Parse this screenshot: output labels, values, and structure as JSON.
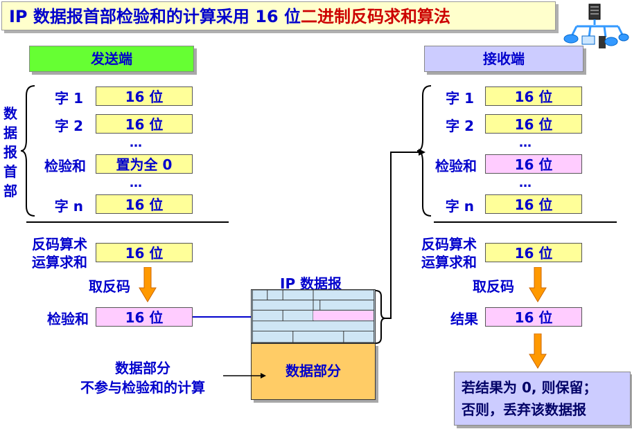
{
  "title": {
    "main": "IP 数据报首部检验和的计算采用 16 位",
    "highlight": "二进制反码求和算法"
  },
  "sender": {
    "heading": "发送端",
    "side_label": [
      "数",
      "据",
      "报",
      "首",
      "部"
    ],
    "rows": [
      {
        "label": "字 1",
        "value": "16 位"
      },
      {
        "label": "字 2",
        "value": "16 位"
      },
      {
        "label": "检验和",
        "value": "置为全 0"
      },
      {
        "label": "字 n",
        "value": "16 位"
      }
    ],
    "dots": "…",
    "sum_label": [
      "反码算术",
      "运算求和"
    ],
    "sum_value": "16 位",
    "complement_label": "取反码",
    "checksum_label": "检验和",
    "checksum_value": "16 位"
  },
  "receiver": {
    "heading": "接收端",
    "rows": [
      {
        "label": "字 1",
        "value": "16 位"
      },
      {
        "label": "字 2",
        "value": "16 位"
      },
      {
        "label": "检验和",
        "value": "16 位"
      },
      {
        "label": "字 n",
        "value": "16 位"
      }
    ],
    "dots": "…",
    "sum_label": [
      "反码算术",
      "运算求和"
    ],
    "sum_value": "16 位",
    "complement_label": "取反码",
    "result_label": "结果",
    "result_value": "16 位",
    "conclusion": [
      "若结果为 0, 则保留；",
      "否则，丢弃该数据报"
    ]
  },
  "datagram": {
    "label": "IP 数据报",
    "data_part": "数据部分",
    "note": [
      "数据部分",
      "不参与检验和的计算"
    ]
  },
  "colors": {
    "text_blue": "#0000cc",
    "accent_red": "#cc0000",
    "cell_yellow": "#ffff99",
    "cell_pink": "#ffccff",
    "sender_head": "#66ff33",
    "receiver_head": "#ccccff",
    "arrow_orange": "#ff9900"
  }
}
